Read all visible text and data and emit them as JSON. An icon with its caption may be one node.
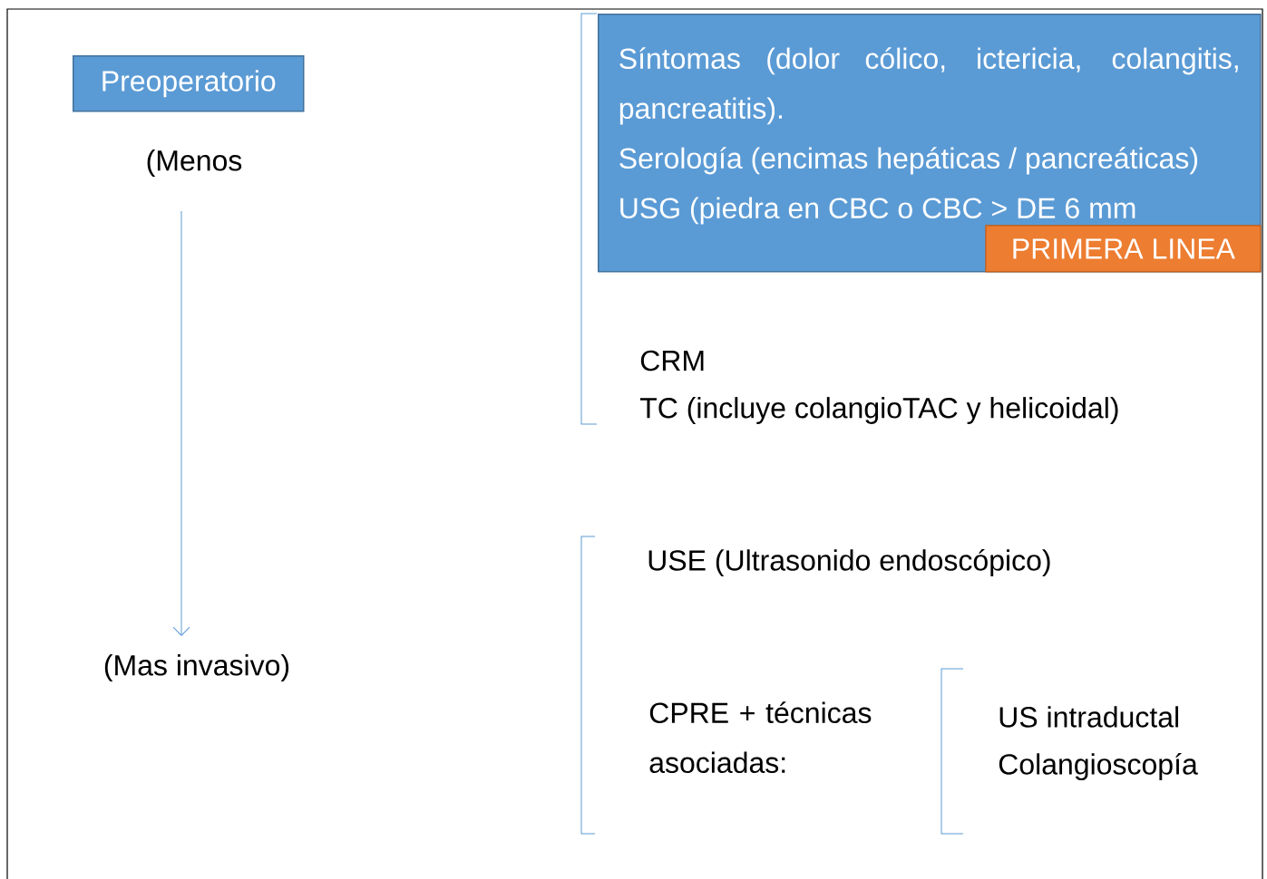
{
  "diagram": {
    "nodes": [
      {
        "text": [
          "Preoperatorio"
        ]
      },
      {
        "text": [
          "(Menos"
        ]
      },
      {
        "text": [
          "(Mas invasivo)"
        ]
      },
      {
        "text": [
          "Síntomas (dolor cólico, ictericia, colangitis, pancreatitis).",
          "Serología (encimas hepáticas / pancreáticas)",
          "USG (piedra en CBC o CBC > DE 6 mm"
        ]
      },
      {
        "text": [
          "PRIMERA LINEA"
        ],
        "in": 3
      }
    ],
    "edges": [
      {
        "from": 1,
        "to": 2,
        "arrow": "to"
      }
    ],
    "labels": [
      "CRM",
      "TC (incluye colangioTAC y helicoidal)",
      "USE (Ultrasonido endoscópico)",
      "CPRE + técnicas asociadas:",
      "US intraductal",
      "Colangioscopía"
    ]
  }
}
